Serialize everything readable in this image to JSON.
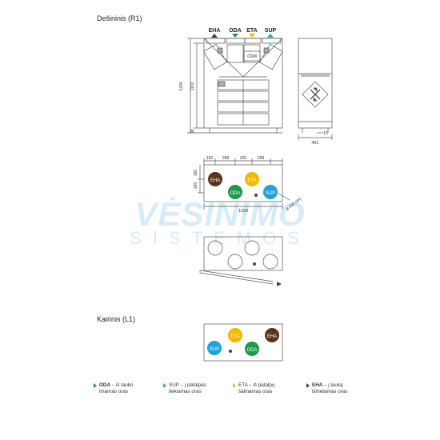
{
  "sections": {
    "right_title": "Dešininis (R1)",
    "left_title": "Kairinis (L1)"
  },
  "ports": {
    "eha": "EHA",
    "oda": "ODA",
    "eta": "ETA",
    "sup": "SUP"
  },
  "unit_label": "C6M",
  "dimensions": {
    "height_total": "1234",
    "height_body": "1130",
    "height_feet": "96",
    "depth": "491",
    "depth_small": "15",
    "top_widths": [
      "152",
      "258",
      "200",
      "258"
    ],
    "top_side_a": "165",
    "top_side_b": "160",
    "top_length": "1020",
    "duct_diameter": "ø 200 (4x)"
  },
  "watermark": {
    "line1": "VĖSINIMO",
    "line2": "SISTEMOS"
  },
  "legend": [
    {
      "code": "ODA",
      "text1": " – iš lauko",
      "text2": "imamas oras",
      "color": "#1a9b4a"
    },
    {
      "code": "SUP",
      "text1": " – į patalpas",
      "text2": "tiekiamas oras",
      "color": "#1fa3dc"
    },
    {
      "code": "ETA",
      "text1": " – iš patalpų",
      "text2": "šalinamas oras",
      "color": "#f5b800"
    },
    {
      "code": "EHA",
      "text1": " – į lauką",
      "text2": "išmetamas oras",
      "color": "#5a3418"
    }
  ],
  "colors": {
    "eha": "#5a3418",
    "oda": "#1a9b4a",
    "eta": "#f5b800",
    "sup": "#1fa3dc",
    "watermark": "#cfe9f6"
  }
}
